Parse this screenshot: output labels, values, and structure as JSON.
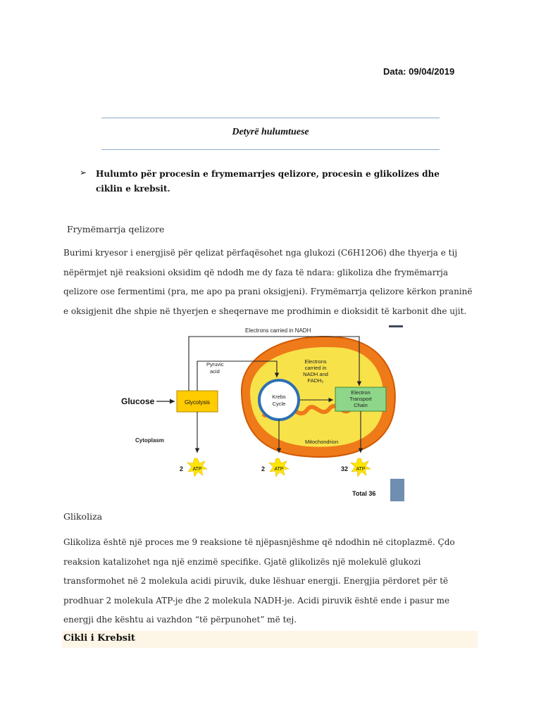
{
  "header": {
    "date": "Data: 09/04/2019"
  },
  "title": "Detyrë hulumtuese",
  "task": {
    "bullet": "➢",
    "text": "Hulumto për procesin e frymemarrjes qelizore, procesin e glikolizes dhe ciklin e krebsit."
  },
  "section1": {
    "heading": "Frymëmarrja qelizore",
    "paragraph": "Burimi kryesor i energjisë për qelizat përfaqësohet nga glukozi (C6H12O6) dhe thyerja e tij nëpërmjet një reaksioni oksidim që ndodh me dy faza të ndara: glikoliza dhe frymëmarrja qelizore ose fermentimi (pra, me apo pa prani oksigjeni). Frymëmarrja qelizore kërkon praninë e oksigjenit dhe shpie në thyerjen e sheqernave me prodhimin e dioksidit të karbonit dhe ujit."
  },
  "diagram": {
    "glucose": "Glucose",
    "glycolysis": "Glycolysis",
    "cytoplasm": "Cytoplasm",
    "pyruvic": [
      "Pyruvic",
      "acid"
    ],
    "krebs": [
      "Krebs",
      "Cycle"
    ],
    "electrons_carried": [
      "Electrons",
      "carried in",
      "NADH and",
      "FADH₂"
    ],
    "etc": [
      "Electron",
      "Transport",
      "Chain"
    ],
    "electrons_nadh": "Electrons carried in NADH",
    "mitochondrion": "Mitochondrion",
    "atp1_count": "2",
    "atp2_count": "2",
    "atp3_count": "32",
    "atp_label": "ATP",
    "total": "Total 36"
  },
  "section2": {
    "heading": "Glikoliza",
    "paragraph": "Glikoliza është një proces me 9 reaksione të njëpasnjëshme që ndodhin në citoplazmë. Çdo reaksion katalizohet nga një enzimë specifike. Gjatë glikolizës një molekulë glukozi transformohet në 2 molekula acidi piruvik, duke lëshuar energji. Energjia përdoret për të prodhuar 2 molekula ATP-je dhe 2 molekula NADH-je. Acidi piruvik është ende i pasur me energji dhe kështu ai vazhdon “të përpunohet” më tej."
  },
  "section3": {
    "heading": "Cikli i Krebsit"
  }
}
